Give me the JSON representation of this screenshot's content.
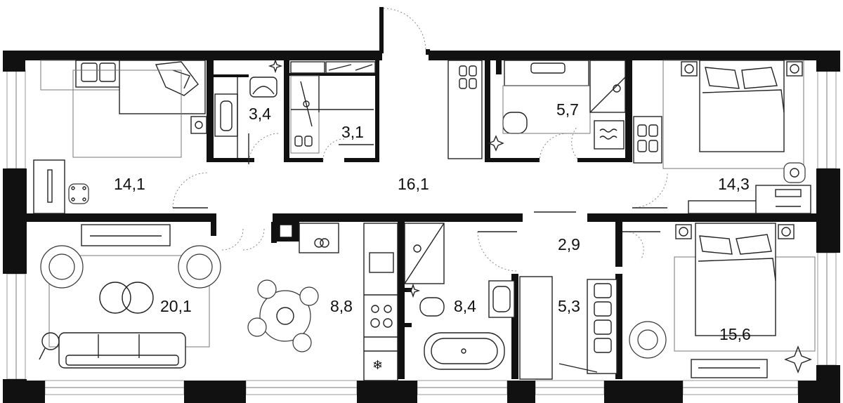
{
  "rooms": [
    {
      "id": "bedroom-west",
      "area": "14,1"
    },
    {
      "id": "bathroom-west",
      "area": "3,4"
    },
    {
      "id": "wardrobe",
      "area": "3,1"
    },
    {
      "id": "hall",
      "area": "16,1"
    },
    {
      "id": "bathroom-east",
      "area": "5,7"
    },
    {
      "id": "bedroom-east",
      "area": "14,3"
    },
    {
      "id": "living-room",
      "area": "20,1"
    },
    {
      "id": "kitchen",
      "area": "8,8"
    },
    {
      "id": "bathroom-south",
      "area": "8,4"
    },
    {
      "id": "corridor",
      "area": "2,9"
    },
    {
      "id": "storage",
      "area": "5,3"
    },
    {
      "id": "bedroom-south",
      "area": "15,6"
    }
  ],
  "icons": {
    "door": "door-swing-icon",
    "window": "window-icon",
    "plant": "plant-icon"
  },
  "colors": {
    "wall": "#111111",
    "line": "#222222",
    "window": "#999999",
    "background": "#ffffff"
  }
}
